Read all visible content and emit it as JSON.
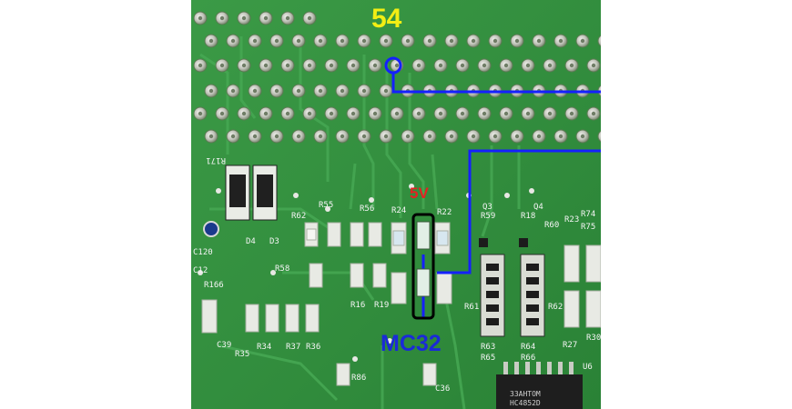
{
  "colors": {
    "board": "#2f8a3c",
    "board_dark": "#237030",
    "trace": "#3a9e48",
    "pad": "#c9ccc4",
    "blue_wire": "#1420ff",
    "pin_label": "#f2ee14",
    "voltage_label": "#e42222",
    "chip_label": "#1a2ad8",
    "highlight_outline": "#000000"
  },
  "annotations": {
    "pin_number": "54",
    "voltage": "5V",
    "component": "MC32"
  },
  "silkscreen": {
    "r171": "R171",
    "d4": "D4",
    "d3": "D3",
    "r55": "R55",
    "r62": "R62",
    "r56": "R56",
    "r24": "R24",
    "r22": "R22",
    "r59": "R59",
    "r18": "R18",
    "q3": "Q3",
    "q4": "Q4",
    "r60": "R60",
    "r23": "R23",
    "r74": "R74",
    "r75": "R75",
    "c120": "C120",
    "c12": "C12",
    "r58": "R58",
    "r166": "R166",
    "r16": "R16",
    "r19": "R19",
    "r61": "R61",
    "r62b": "R62",
    "r63": "R63",
    "r64": "R64",
    "r65": "R65",
    "r66": "R66",
    "r27": "R27",
    "r30": "R30",
    "r35": "R35",
    "r34": "R34",
    "r37": "R37",
    "r36": "R36",
    "c39": "C39",
    "r86": "R86",
    "c36": "C36",
    "chip_marking": "33AHTOM",
    "chip_marking2": "HC4852D",
    "u6": "U6"
  }
}
